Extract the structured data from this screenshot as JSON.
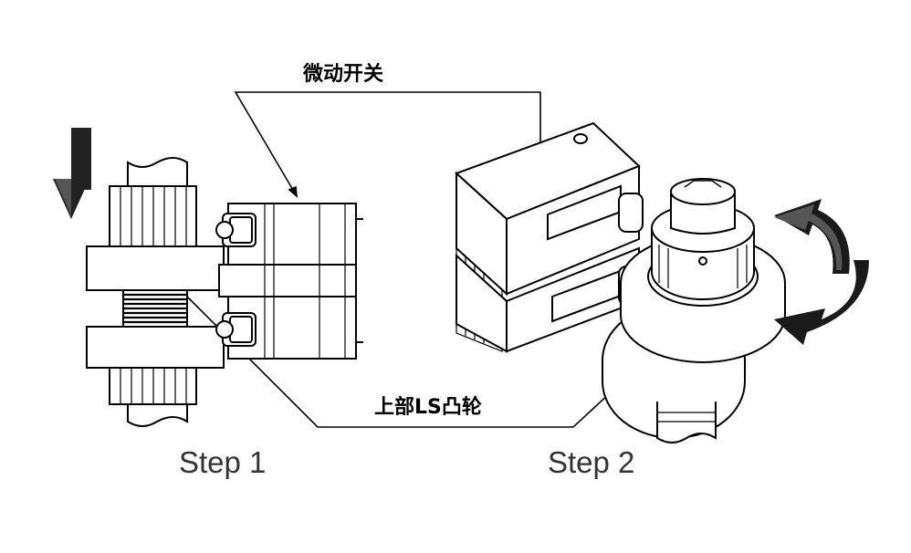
{
  "labels": {
    "micro_switch": "微动开关",
    "upper_ls_cam": "上部LS凸轮",
    "step1": "Step 1",
    "step2": "Step 2"
  },
  "icons": {
    "down_arrow": "down-arrow-icon",
    "rotate_arrow": "rotation-arrow-icon"
  },
  "colors": {
    "line": "#000000",
    "background": "#ffffff"
  }
}
